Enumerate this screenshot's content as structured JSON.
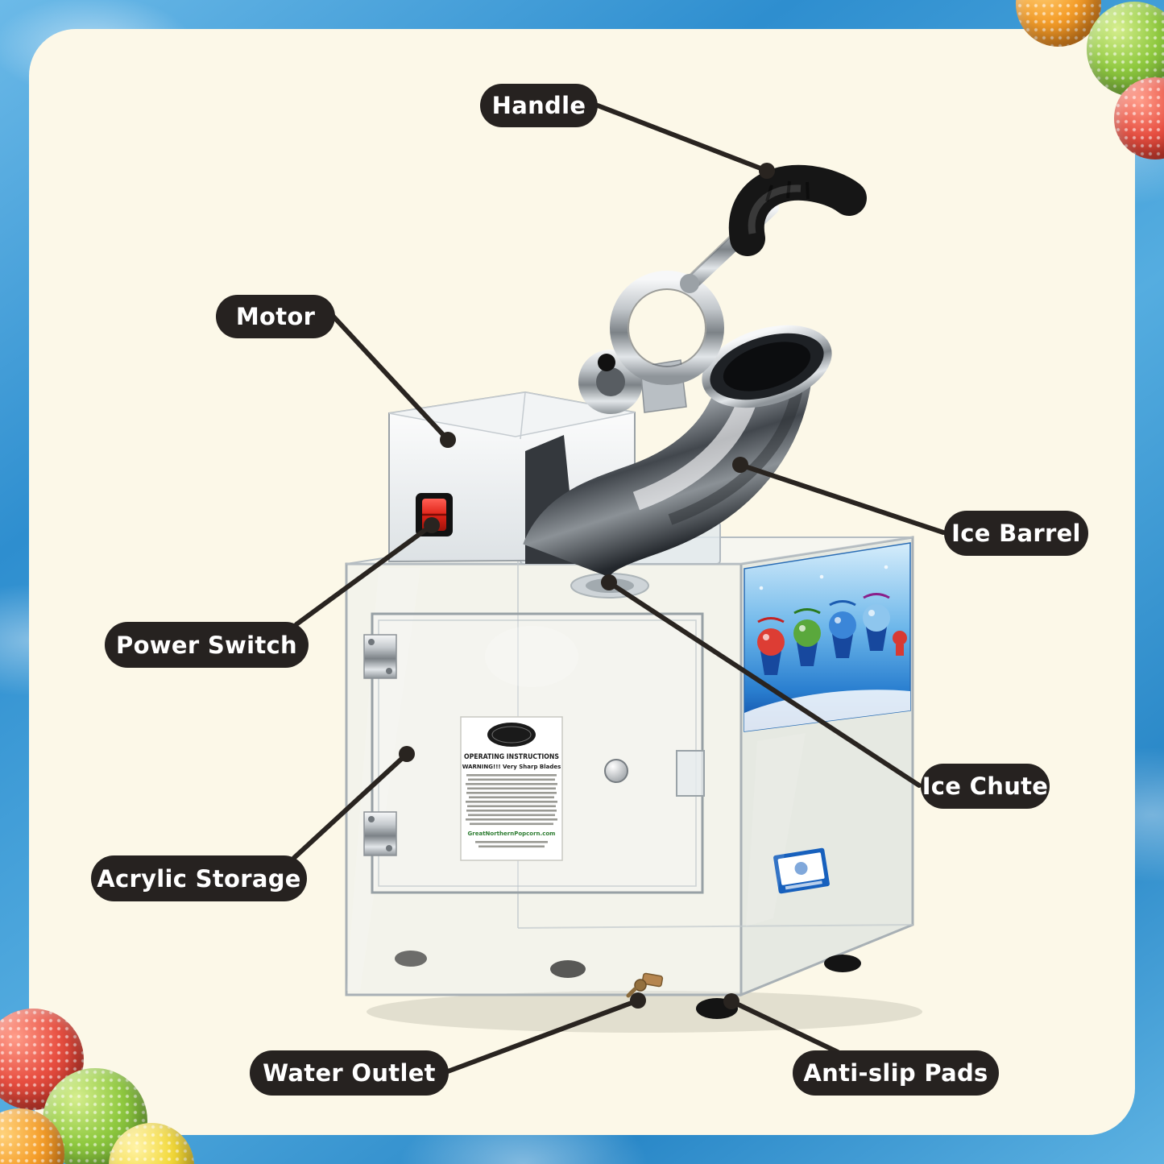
{
  "callouts": [
    {
      "id": "handle",
      "label": "Handle"
    },
    {
      "id": "motor",
      "label": "Motor"
    },
    {
      "id": "power_switch",
      "label": "Power Switch"
    },
    {
      "id": "acrylic_storage",
      "label": "Acrylic Storage"
    },
    {
      "id": "water_outlet",
      "label": "Water Outlet"
    },
    {
      "id": "ice_barrel",
      "label": "Ice Barrel"
    },
    {
      "id": "ice_chute",
      "label": "Ice Chute"
    },
    {
      "id": "anti_slip_pads",
      "label": "Anti-slip Pads"
    }
  ],
  "door_sticker": {
    "title": "OPERATING INSTRUCTIONS",
    "warning": "WARNING!!! Very Sharp Blades",
    "website": "GreatNorthernPopcorn.com"
  },
  "colors": {
    "border_blue": "#3f9fd8",
    "background_cream": "#fcf8e8",
    "callout_bg": "#262220",
    "callout_text": "#ffffff",
    "switch_red": "#e02318",
    "panel_blue": "#1565c0"
  }
}
